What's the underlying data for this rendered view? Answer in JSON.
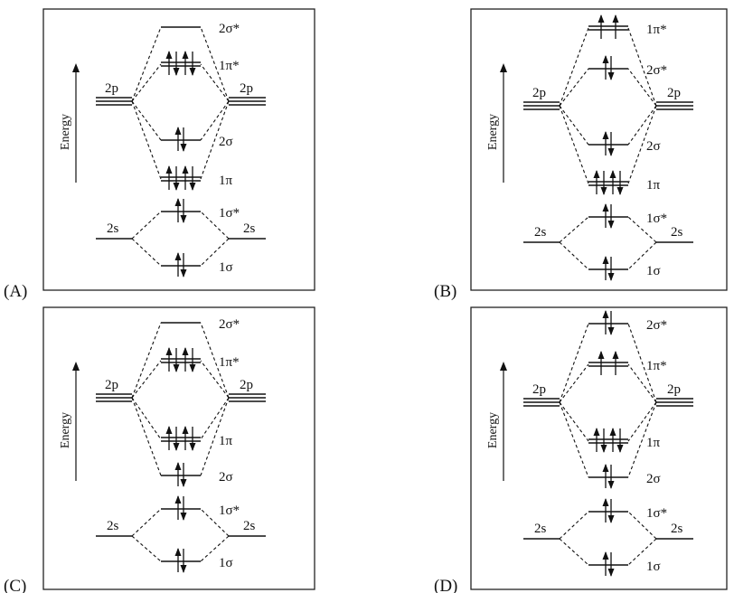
{
  "panels": [
    {
      "label": "(A)",
      "axis_label": "Energy",
      "left_2s": "2s",
      "right_2s": "2s",
      "left_2p": "2p",
      "right_2p": "2p",
      "orbitals": [
        {
          "id": "s1",
          "label": "1σ",
          "degenerate": 1,
          "electrons": 2
        },
        {
          "id": "s1s",
          "label": "1σ*",
          "degenerate": 1,
          "electrons": 2
        },
        {
          "id": "pi",
          "label": "1π",
          "degenerate": 2,
          "electrons": 4
        },
        {
          "id": "s2",
          "label": "2σ",
          "degenerate": 1,
          "electrons": 2
        },
        {
          "id": "pis",
          "label": "1π*",
          "degenerate": 2,
          "electrons": 4
        },
        {
          "id": "s2s",
          "label": "2σ*",
          "degenerate": 1,
          "electrons": 0
        }
      ]
    },
    {
      "label": "(B)",
      "axis_label": "Energy",
      "left_2s": "2s",
      "right_2s": "2s",
      "left_2p": "2p",
      "right_2p": "2p",
      "orbitals": [
        {
          "id": "s1",
          "label": "1σ",
          "degenerate": 1,
          "electrons": 2
        },
        {
          "id": "s1s",
          "label": "1σ*",
          "degenerate": 1,
          "electrons": 2
        },
        {
          "id": "pi",
          "label": "1π",
          "degenerate": 2,
          "electrons": 4
        },
        {
          "id": "s2",
          "label": "2σ",
          "degenerate": 1,
          "electrons": 2
        },
        {
          "id": "s2s",
          "label": "2σ*",
          "degenerate": 1,
          "electrons": 2
        },
        {
          "id": "pis",
          "label": "1π*",
          "degenerate": 2,
          "electrons": 2
        }
      ]
    },
    {
      "label": "(C)",
      "axis_label": "Energy",
      "left_2s": "2s",
      "right_2s": "2s",
      "left_2p": "2p",
      "right_2p": "2p",
      "orbitals": [
        {
          "id": "s1",
          "label": "1σ",
          "degenerate": 1,
          "electrons": 2
        },
        {
          "id": "s1s",
          "label": "1σ*",
          "degenerate": 1,
          "electrons": 2
        },
        {
          "id": "s2",
          "label": "2σ",
          "degenerate": 1,
          "electrons": 2
        },
        {
          "id": "pi",
          "label": "1π",
          "degenerate": 2,
          "electrons": 4
        },
        {
          "id": "pis",
          "label": "1π*",
          "degenerate": 2,
          "electrons": 4
        },
        {
          "id": "s2s",
          "label": "2σ*",
          "degenerate": 1,
          "electrons": 0
        }
      ]
    },
    {
      "label": "(D)",
      "axis_label": "Energy",
      "left_2s": "2s",
      "right_2s": "2s",
      "left_2p": "2p",
      "right_2p": "2p",
      "orbitals": [
        {
          "id": "s1",
          "label": "1σ",
          "degenerate": 1,
          "electrons": 2
        },
        {
          "id": "s1s",
          "label": "1σ*",
          "degenerate": 1,
          "electrons": 2
        },
        {
          "id": "s2",
          "label": "2σ",
          "degenerate": 1,
          "electrons": 2
        },
        {
          "id": "pi",
          "label": "1π",
          "degenerate": 2,
          "electrons": 4
        },
        {
          "id": "pis",
          "label": "1π*",
          "degenerate": 2,
          "electrons": 2
        },
        {
          "id": "s2s",
          "label": "2σ*",
          "degenerate": 1,
          "electrons": 2
        }
      ]
    }
  ]
}
